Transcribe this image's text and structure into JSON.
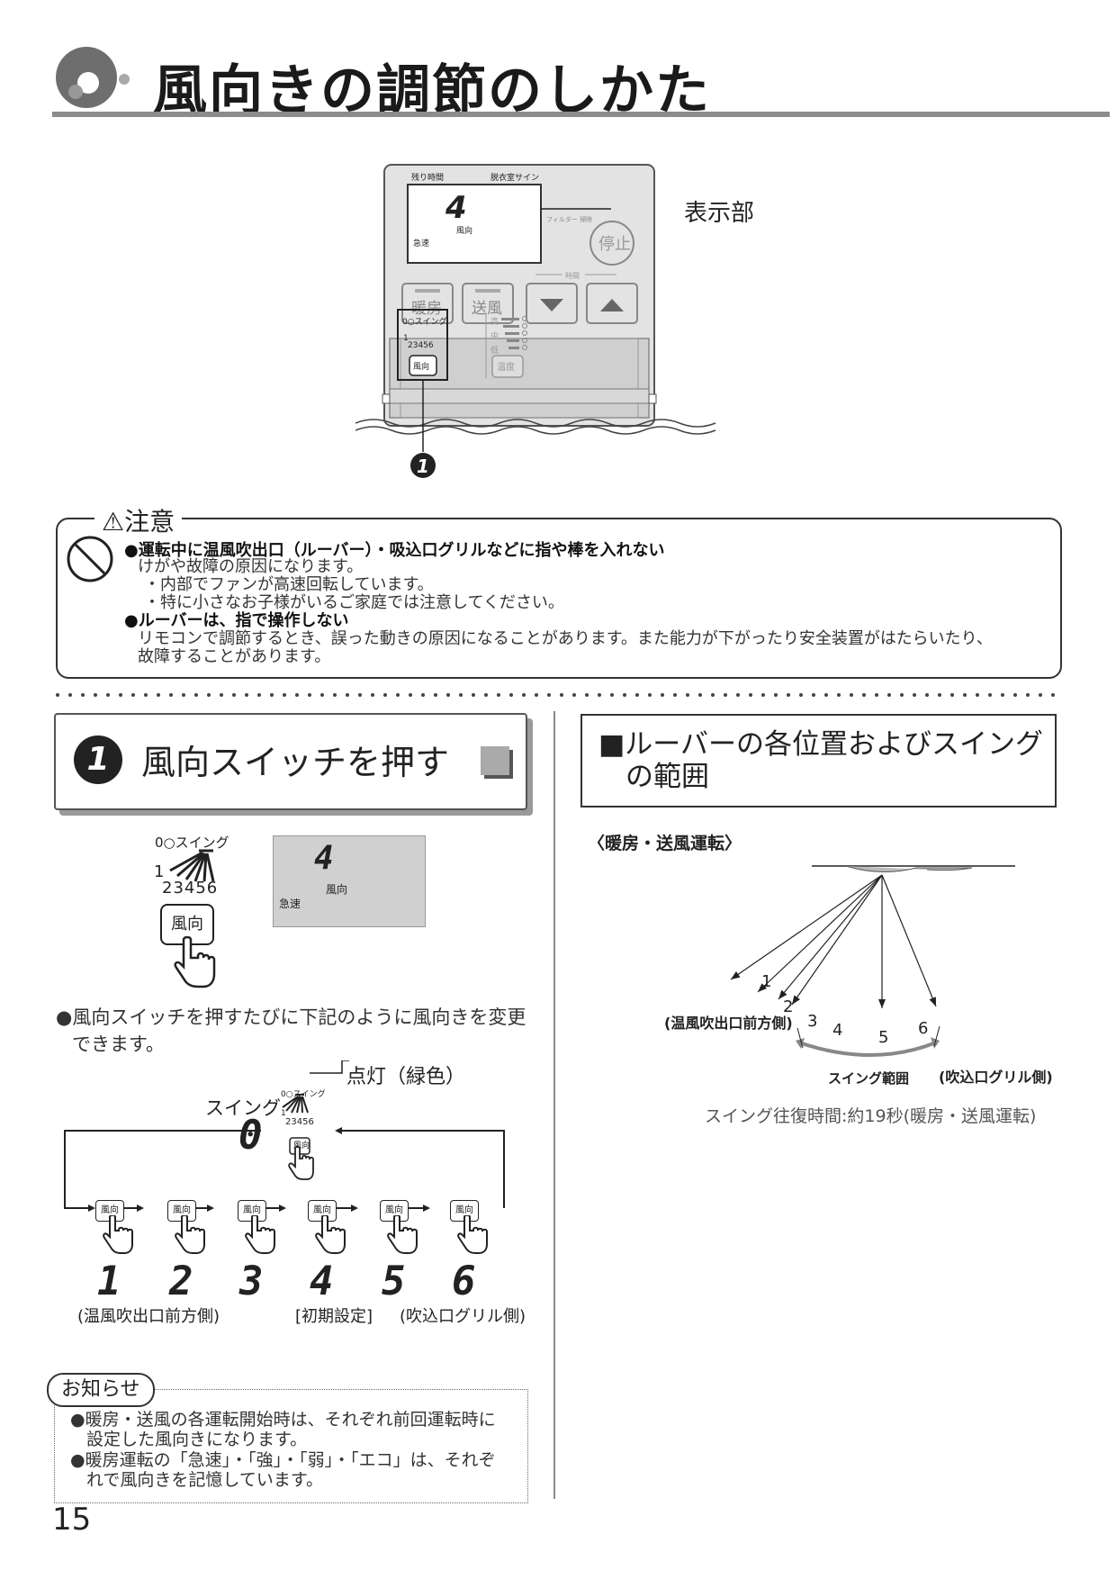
{
  "header": {
    "title": "風向きの調節のしかた"
  },
  "remote": {
    "remaining_time": "残り時間",
    "dressing_sign": "脱衣室サイン",
    "display_digit": "4",
    "display_wind": "風向",
    "display_mode": "急速",
    "filter_label": "フィルター\n掃除",
    "stop_button": "停止",
    "time_label": "時間",
    "heat_button": "暖房",
    "fan_button": "送風",
    "swing_label": "0○スイング",
    "positions_label": "23456",
    "position_one": "1",
    "wind_button": "風向",
    "level_high": "高",
    "level_mid": "中",
    "level_low": "低",
    "temp_button": "温度",
    "display_part_label": "表示部",
    "callout_number": "1"
  },
  "caution": {
    "title": "⚠注意",
    "items": [
      {
        "heading": "●運転中に温風吹出口（ルーバー）・吸込口グリルなどに指や棒を入れない",
        "lines": [
          "けがや故障の原因になります。",
          "・内部でファンが高速回転しています。",
          "・特に小さなお子様がいるご家庭では注意してください。"
        ]
      },
      {
        "heading": "●ルーバーは、指で操作しない",
        "lines": [
          "リモコンで調節するとき、誤った動きの原因になることがあります。また能力が下がったり安全装置がはたらいたり、",
          "故障することがあります。"
        ]
      }
    ]
  },
  "step1": {
    "number": "1",
    "title": "風向スイッチを押す"
  },
  "left": {
    "swing_label": "0○スイング",
    "positions": "23456",
    "position_one": "1",
    "wind_button": "風向",
    "lcd_digit": "4",
    "lcd_wind": "風向",
    "lcd_mode": "急速",
    "bullet_text_1": "●風向スイッチを押すたびに下記のように風向きを変更",
    "bullet_text_2": "できます。",
    "lit_label": "点灯（緑色）",
    "swing_word": "スイング",
    "swing_digit": "0",
    "small_swing": "0○スイング",
    "small_positions": "23456",
    "small_one": "1",
    "sequence": [
      "1",
      "2",
      "3",
      "4",
      "5",
      "6"
    ],
    "seq_button": "風向",
    "seq_label_first": "(温風吹出口前方側)",
    "seq_label_default": "[初期設定]",
    "seq_label_last": "(吹込口グリル側)"
  },
  "range": {
    "title_1": "■ルーバーの各位置およびスイング",
    "title_2": "の範囲",
    "subtitle": "〈暖房・送風運転〉",
    "positions": [
      "1",
      "2",
      "3",
      "4",
      "5",
      "6"
    ],
    "front_side": "(温風吹出口前方側)",
    "grill_side": "(吹込口グリル側)",
    "swing_range": "スイング範囲",
    "swing_time": "スイング往復時間:約19秒(暖房・送風運転)"
  },
  "notice": {
    "label": "お知らせ",
    "lines": [
      "●暖房・送風の各運転開始時は、それぞれ前回運転時に",
      "設定した風向きになります。",
      "●暖房運転の「急速」・「強」・「弱」・「エコ」は、それぞ",
      "れで風向きを記憶しています。"
    ]
  },
  "page_number": "15"
}
